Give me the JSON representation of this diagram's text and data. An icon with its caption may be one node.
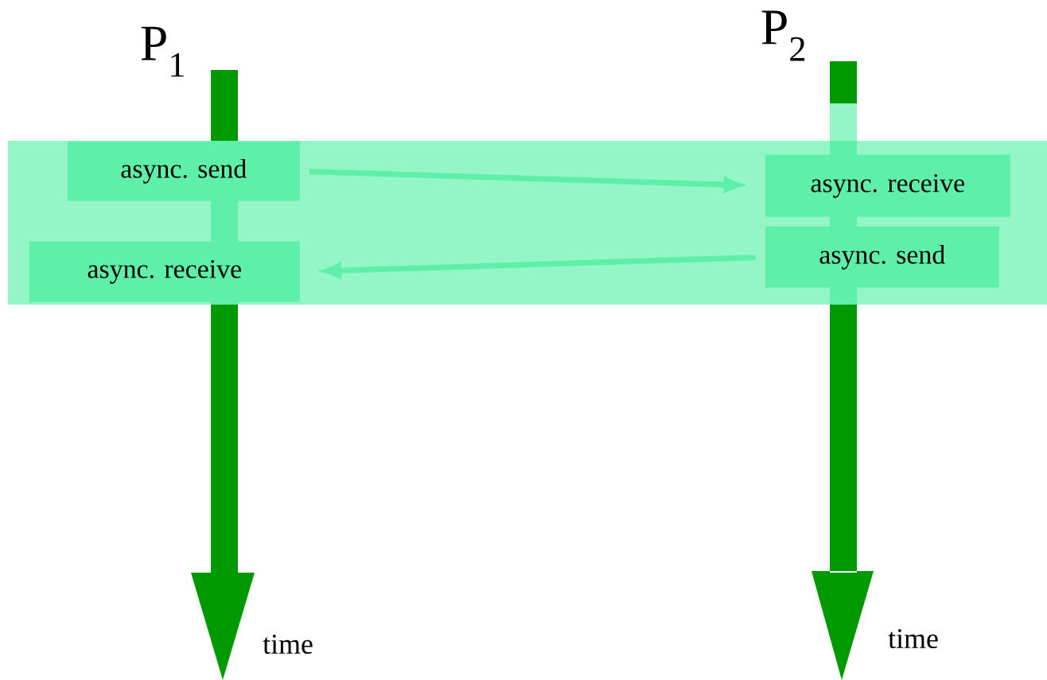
{
  "diagram": {
    "nodes": [
      {
        "text": [],
        "shape": "band"
      },
      {
        "text": [
          "async. send"
        ],
        "in": 0
      },
      {
        "text": [
          "async. receive"
        ],
        "in": 0
      },
      {
        "text": [
          "async. send"
        ],
        "in": 0
      },
      {
        "text": [
          "async. receive"
        ],
        "in": 0
      }
    ],
    "edges": [
      {
        "from": 1,
        "to": 2,
        "arrow": "to"
      },
      {
        "from": 3,
        "to": 4,
        "arrow": "to"
      }
    ],
    "labels": [
      "P$_{1}$",
      "P$_{2}$",
      "time",
      "time"
    ]
  }
}
